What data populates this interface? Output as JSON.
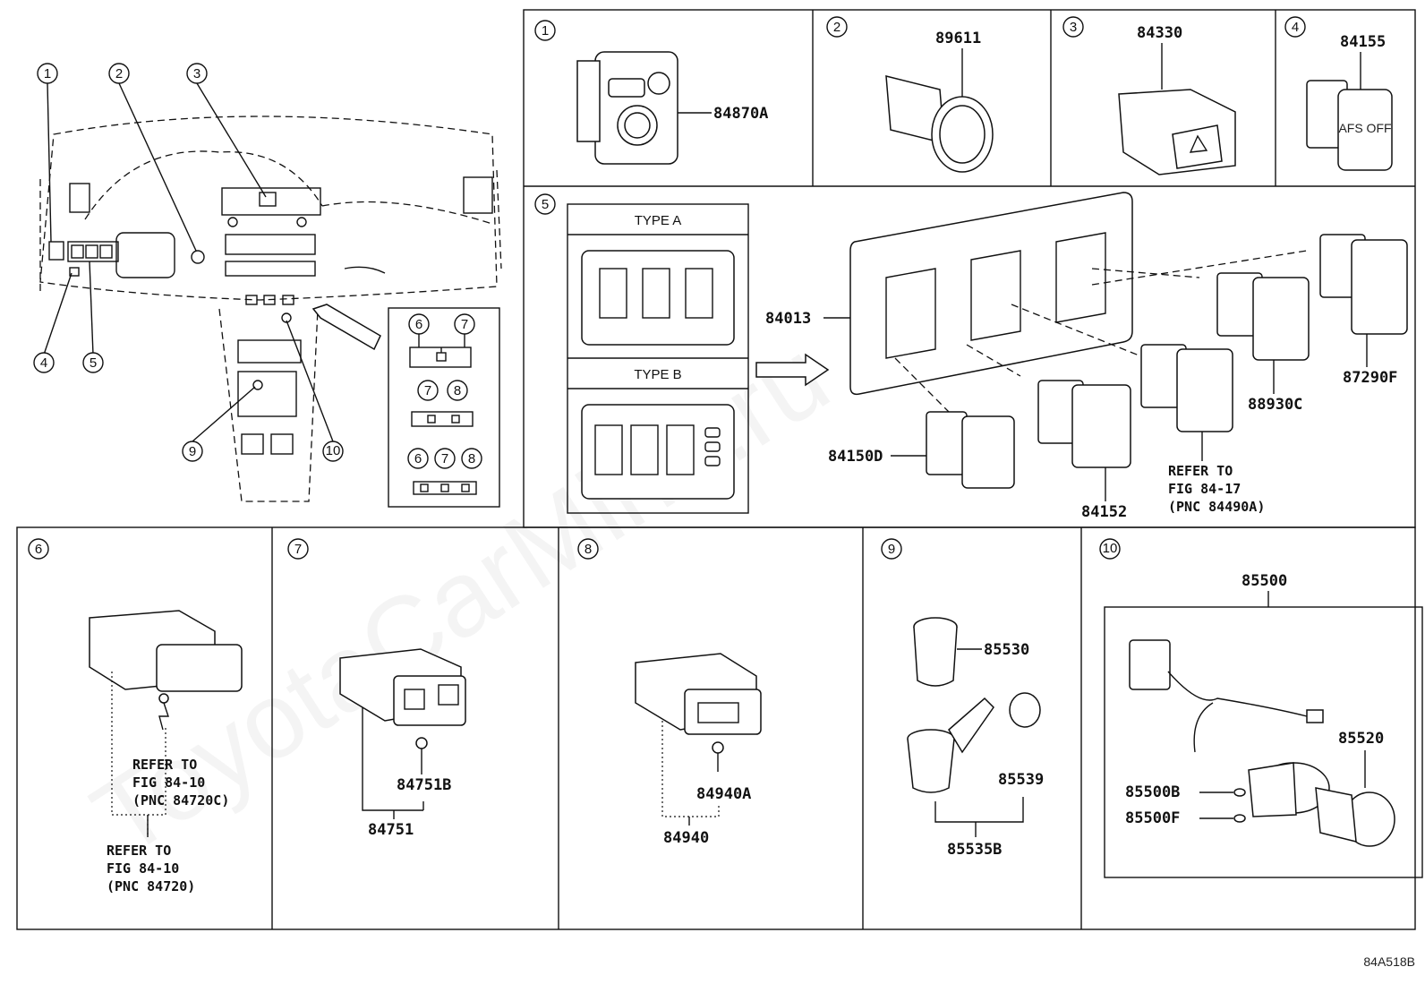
{
  "watermark": "ToyotaCarMine.ru",
  "diagram_code": "84A518B",
  "overview": {
    "callouts": [
      "1",
      "2",
      "3",
      "4",
      "5",
      "6",
      "7",
      "8",
      "9",
      "10"
    ],
    "inset_rows": [
      [
        "6",
        "7"
      ],
      [
        "7",
        "8"
      ],
      [
        "6",
        "7",
        "8"
      ]
    ]
  },
  "panels": {
    "p1": {
      "num": "1",
      "part": "84870A"
    },
    "p2": {
      "num": "2",
      "part": "89611"
    },
    "p3": {
      "num": "3",
      "part": "84330"
    },
    "p4": {
      "num": "4",
      "part": "84155",
      "switch_text": "AFS OFF"
    },
    "p5": {
      "num": "5",
      "type_a": "TYPE A",
      "type_b": "TYPE B",
      "parts": [
        "84013",
        "84150D",
        "84152",
        "88930C",
        "87290F"
      ],
      "refer": [
        "REFER TO",
        "FIG 84-17",
        "(PNC 84490A)"
      ]
    },
    "p6": {
      "num": "6",
      "refer1": [
        "REFER TO",
        "FIG 84-10",
        "(PNC 84720C)"
      ],
      "refer2": [
        "REFER TO",
        "FIG 84-10",
        "(PNC 84720)"
      ]
    },
    "p7": {
      "num": "7",
      "parts": [
        "84751B",
        "84751"
      ]
    },
    "p8": {
      "num": "8",
      "parts": [
        "84940A",
        "84940"
      ]
    },
    "p9": {
      "num": "9",
      "parts": [
        "85530",
        "85539",
        "85535B"
      ]
    },
    "p10": {
      "num": "10",
      "parts": [
        "85500",
        "85520",
        "85500B",
        "85500F"
      ]
    }
  }
}
